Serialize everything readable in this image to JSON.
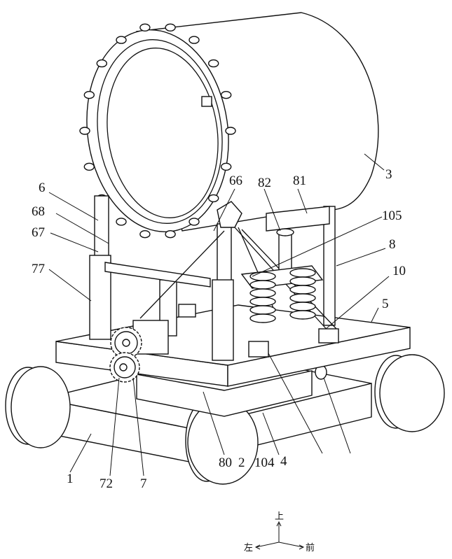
{
  "labels": {
    "l3": "3",
    "l66": "66",
    "l82": "82",
    "l81": "81",
    "l105": "105",
    "l6": "6",
    "l68": "68",
    "l67": "67",
    "l8": "8",
    "l10": "10",
    "l77": "77",
    "l5": "5",
    "l1": "1",
    "l72": "72",
    "l7": "7",
    "l80": "80",
    "l2": "2",
    "l104": "104",
    "l4": "4"
  },
  "axes": {
    "up": "上",
    "left": "左",
    "front": "前"
  }
}
